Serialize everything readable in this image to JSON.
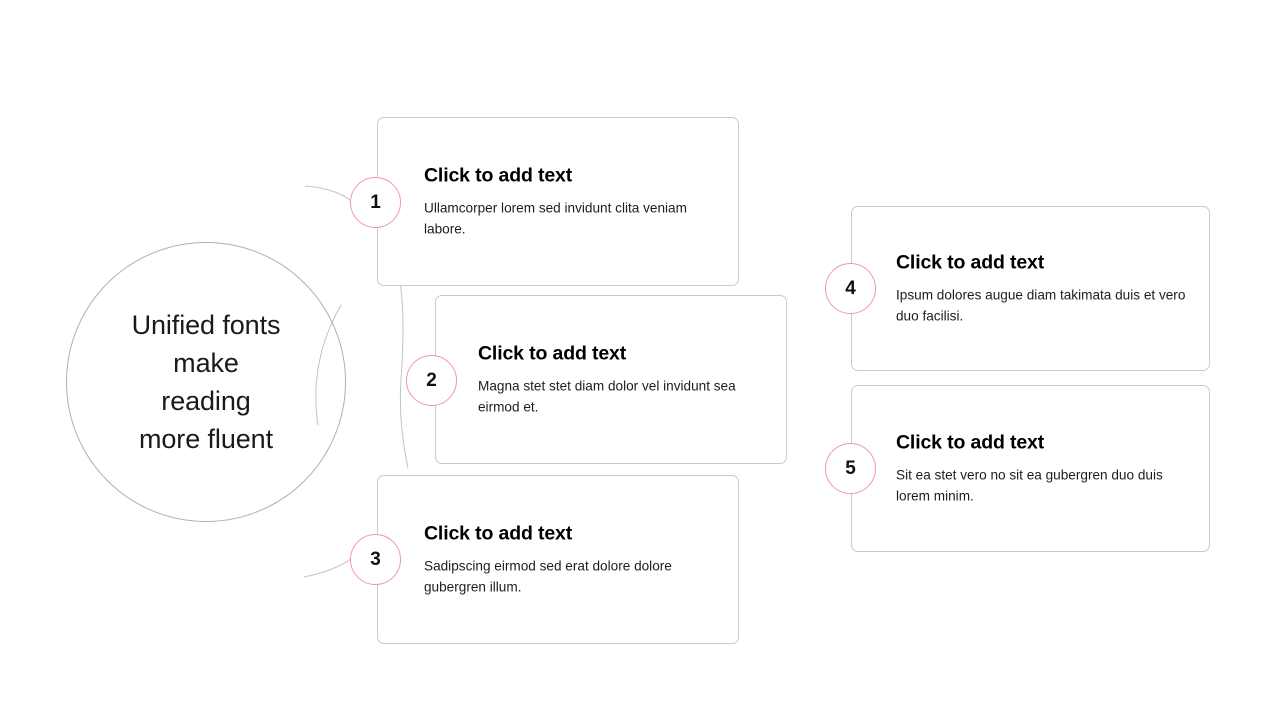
{
  "slide": {
    "background_color": "#ffffff",
    "hub": {
      "label": "Unified fonts\nmake\nreading\nmore fluent",
      "stroke_color": "#aeb0b2"
    },
    "theme": {
      "badge_stroke": "#f19a9f",
      "card_border": "#c9cacb",
      "connector": "#bfbfbf",
      "title_color": "#000000",
      "body_color": "#1d1d1d"
    },
    "cards": [
      {
        "number": "1",
        "title": "Click to add text",
        "description": "Ullamcorper lorem sed invidunt clita veniam labore."
      },
      {
        "number": "2",
        "title": "Click to add text",
        "description": "Magna stet stet diam dolor vel invidunt sea eirmod et."
      },
      {
        "number": "3",
        "title": "Click to add text",
        "description": "Sadipscing eirmod sed erat dolore dolore gubergren illum."
      },
      {
        "number": "4",
        "title": "Click to add text",
        "description": "Ipsum dolores augue diam takimata duis et vero duo facilisi."
      },
      {
        "number": "5",
        "title": "Click to add text",
        "description": "Sit ea stet vero no sit ea gubergren duo duis lorem minim."
      }
    ]
  }
}
